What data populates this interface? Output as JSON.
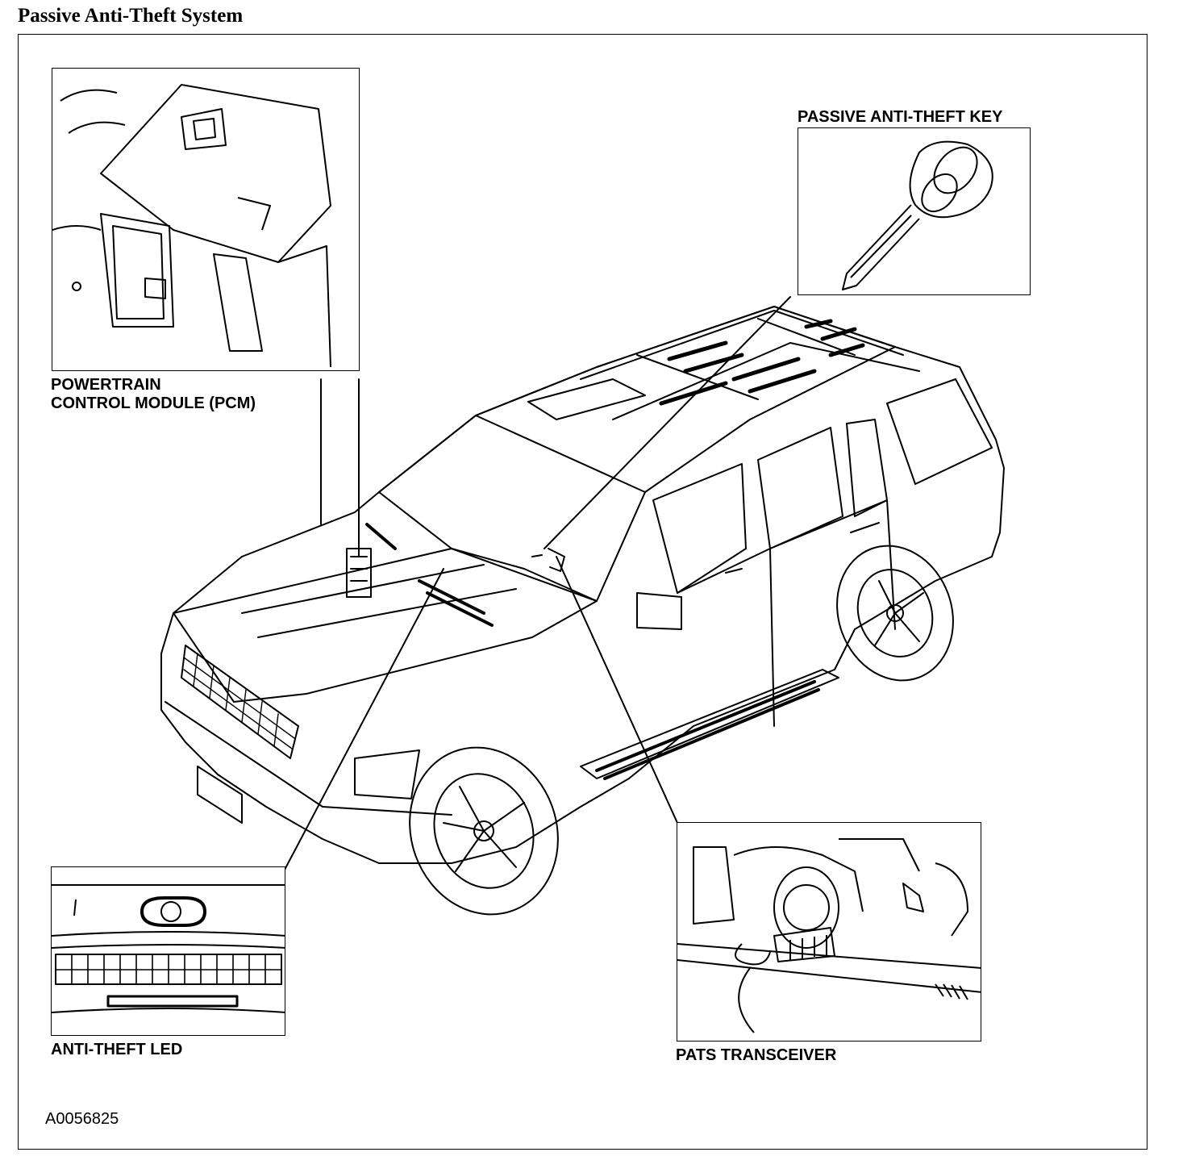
{
  "title": "Passive Anti-Theft System",
  "labels": {
    "pcm_line1": "POWERTRAIN",
    "pcm_line2": "CONTROL MODULE (PCM)",
    "key": "PASSIVE ANTI-THEFT KEY",
    "led": "ANTI-THEFT LED",
    "transceiver": "PATS TRANSCEIVER",
    "figure_id": "A0056825"
  }
}
